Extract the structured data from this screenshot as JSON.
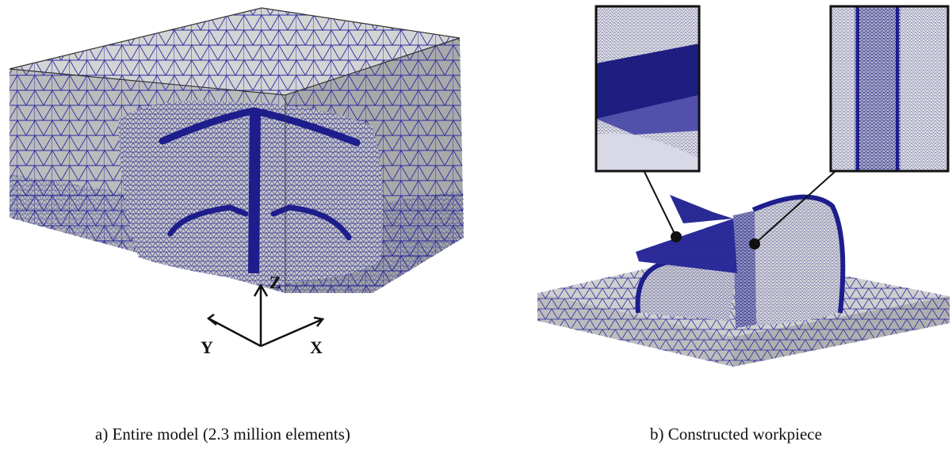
{
  "panels": [
    {
      "id": "a",
      "caption": "a) Entire model (2.3 million elements)"
    },
    {
      "id": "b",
      "caption": "b) Constructed workpiece"
    }
  ],
  "axes": {
    "z": "Z",
    "y": "Y",
    "x": "X"
  },
  "colors": {
    "mesh_line": "#1a1a9a",
    "dense_mesh": "#1f1f8a",
    "face_light": "#d9d9d9",
    "face_mid": "#b8b8b8",
    "face_dark": "#8f8f8f",
    "inset_border": "#111111"
  }
}
